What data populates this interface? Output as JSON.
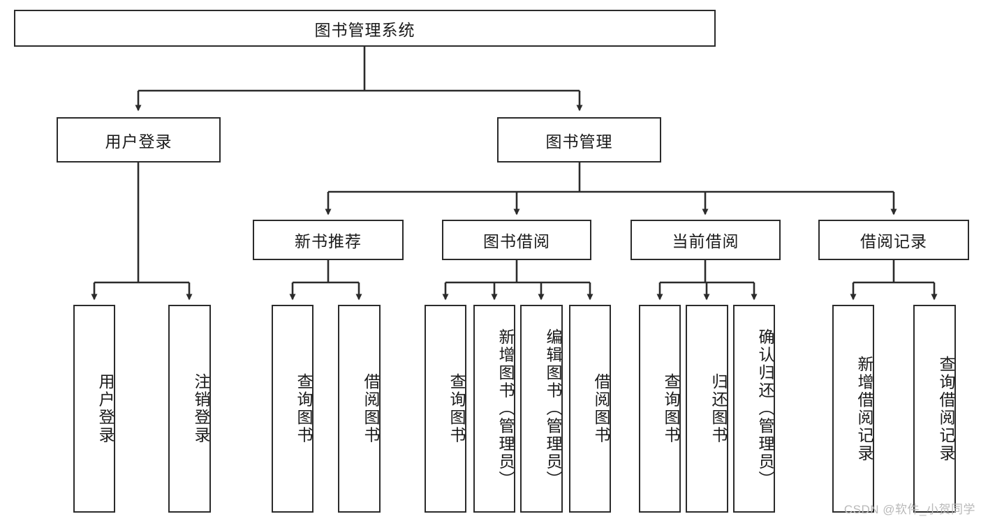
{
  "diagram": {
    "title": "图书管理系统",
    "type": "hierarchy-tree",
    "watermark": "CSDN @软件_小贺同学",
    "colors": {
      "box_border": "#2b2b2b",
      "box_fill": "#ffffff",
      "edge": "#2b2b2b",
      "text": "#1a1a1a",
      "watermark": "#b9b9b9",
      "background": "#ffffff"
    },
    "nodes": {
      "root": {
        "label": "图书管理系统"
      },
      "level2": [
        {
          "label": "用户登录"
        },
        {
          "label": "图书管理"
        }
      ],
      "level3": [
        {
          "label": "新书推荐"
        },
        {
          "label": "图书借阅"
        },
        {
          "label": "当前借阅"
        },
        {
          "label": "借阅记录"
        }
      ],
      "leaves_user_login": [
        {
          "label": "用户登录"
        },
        {
          "label": "注销登录"
        }
      ],
      "leaves_new_books": [
        {
          "label": "查询图书"
        },
        {
          "label": "借阅图书"
        }
      ],
      "leaves_borrow": [
        {
          "label": "查询图书"
        },
        {
          "label": "新增图书（管理员）"
        },
        {
          "label": "编辑图书（管理员）"
        },
        {
          "label": "借阅图书"
        }
      ],
      "leaves_current": [
        {
          "label": "查询图书"
        },
        {
          "label": "归还图书"
        },
        {
          "label": "确认归还（管理员）"
        }
      ],
      "leaves_records": [
        {
          "label": "新增借阅记录"
        },
        {
          "label": "查询借阅记录"
        }
      ]
    }
  }
}
